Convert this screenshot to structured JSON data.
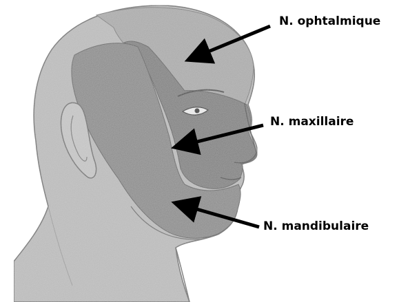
{
  "labels": {
    "ophthalmic": "N. ophtalmique",
    "maxillary": "N. maxillaire",
    "mandibular": "N. mandibulaire"
  },
  "colors": {
    "background": "#ffffff",
    "head_skin": "#b9b9b9",
    "ophthalmic_zone": "#a9a9a9",
    "maxillary_zone": "#7f7f7f",
    "mandibular_zone": "#8a8a8a",
    "outline": "#6e6e6e",
    "arrow": "#000000"
  },
  "icons": {
    "illustration": "head-profile-trigeminal-dermatomes",
    "pointer": "arrow"
  }
}
